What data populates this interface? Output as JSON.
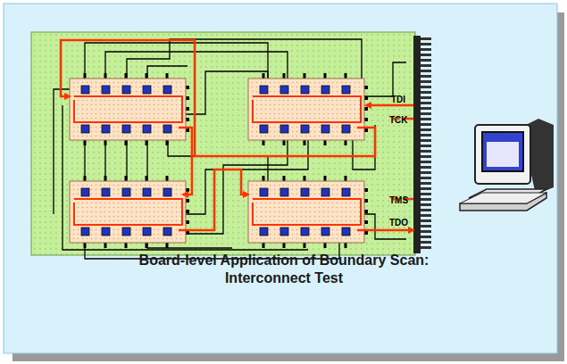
{
  "diagram": {
    "caption": "Board-level Application of Boundary Scan: Interconnect Test",
    "labels": [
      "TDI",
      "TCK",
      "TMS",
      "TDO"
    ]
  }
}
